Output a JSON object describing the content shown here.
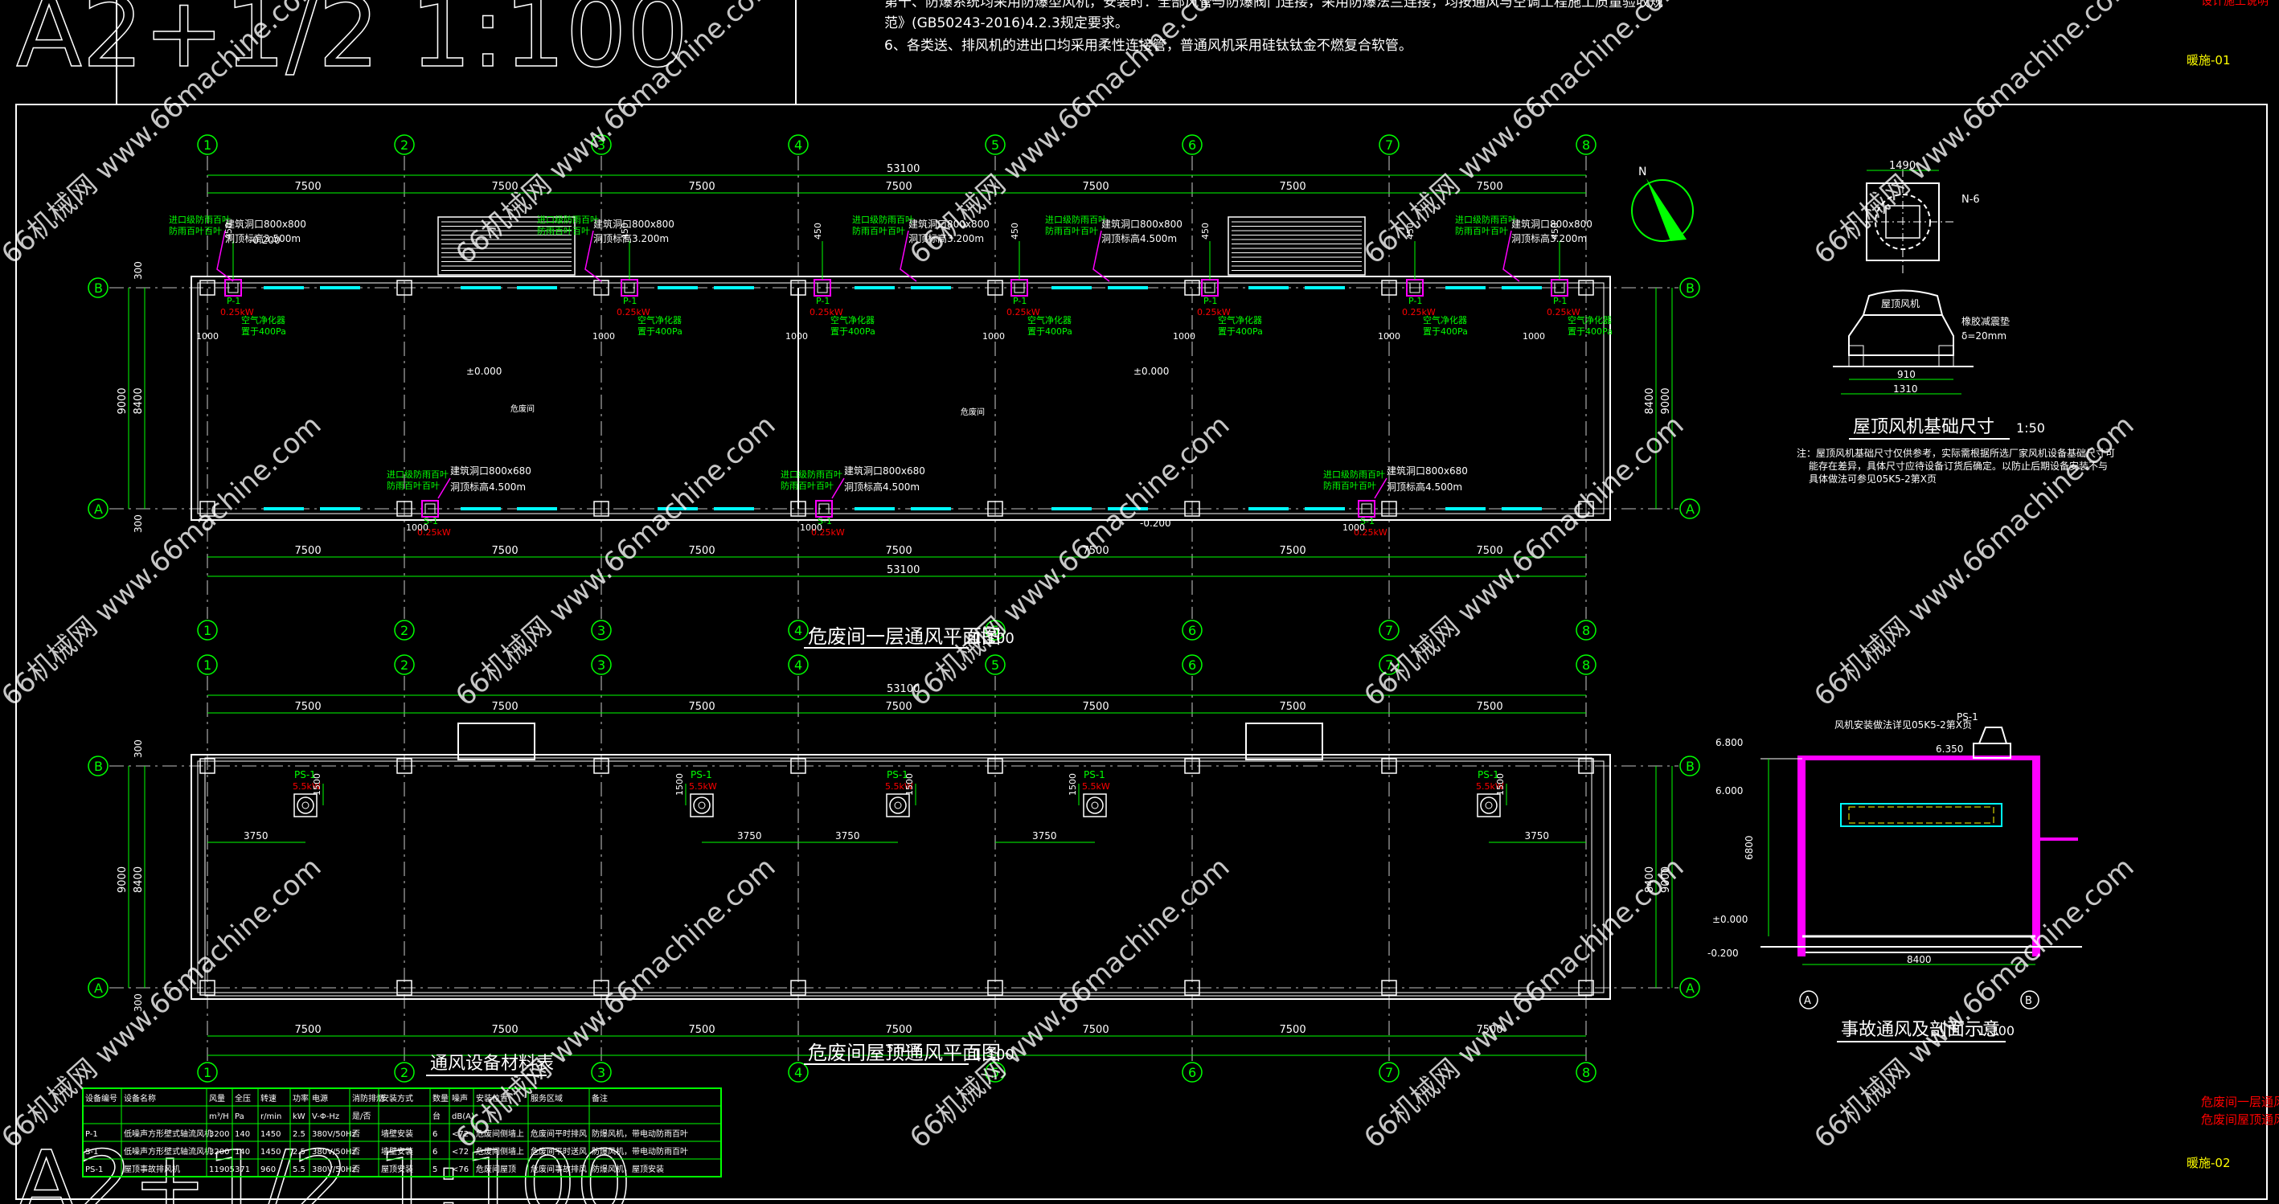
{
  "top_notes": {
    "line1": "第十、防爆系统均采用防爆型风机，安装时：全部风管与防爆阀门连接，采用防爆法兰连接，均按通风与空调工程施工质量验收规",
    "line2": "范》(GB50243-2016)4.2.3规定要求。",
    "line3": "6、各类送、排风机的进出口均采用柔性连接管，普通风机采用硅钛钛金不燃复合软管。"
  },
  "title_block": {
    "ref1": "暖施-01",
    "ref2": "暖施-02",
    "corner_red": "设计施工说明",
    "list1": "危废间一层通风平",
    "list2": "危废间屋顶通风平"
  },
  "axes": {
    "cols": [
      "1",
      "2",
      "3",
      "4",
      "5",
      "6",
      "7",
      "8"
    ],
    "rows": [
      "B",
      "A"
    ]
  },
  "dims": {
    "bay": "7500",
    "total": "53100",
    "depth_outer": "9000",
    "depth_inner": "8400",
    "edge": "300",
    "half": "3750",
    "offset": "1000",
    "vert": "1500"
  },
  "plan1": {
    "title": "危废间一层通风平面图",
    "scale": "1:100",
    "room_label": "危废间",
    "level_0": "±0.000",
    "level_neg": "-0.200",
    "louver_in": "进口级防雨百叶",
    "louver_tag": "防雨百叶百叶",
    "opening": "建筑洞口800x800",
    "opening_b": "建筑洞口800x680",
    "hole_level1": "洞顶标高3.500m",
    "hole_level2": "洞顶标高3.200m",
    "hole_level3": "洞顶标高4.500m",
    "fan_tag": "P-1",
    "fan_tag_s": "S-1",
    "power": "0.25kW",
    "air_note": "空气净化器",
    "air_note2": "置于400Pa"
  },
  "plan2": {
    "title": "危废间屋顶通风平面图",
    "scale": "1:100",
    "fan_tag": "PS-1",
    "power": "5.5kW"
  },
  "detail_base": {
    "title": "屋顶风机基础尺寸",
    "scale": "1:50",
    "dim_top": "1490",
    "dim_910": "910",
    "dim_1310": "1310",
    "n6": "N-6",
    "fan_label": "屋顶风机",
    "pad_label": "橡胶减震垫",
    "pad_thk": "δ=20mm",
    "note1": "注：屋顶风机基础尺寸仅供参考，实际需根据所选厂家风机设备基础尺寸可",
    "note2": "能存在差异，具体尺寸应待设备订货后确定。以防止后期设备安装不与",
    "note3": "具体做法可参见05K5-2第X页"
  },
  "detail_section": {
    "title": "事故通风及剖面示意",
    "scale": "1:100",
    "tag": "PS-1",
    "note": "风机安装做法详见05K5-2第X页",
    "lv_6800": "6.800",
    "lv_6350": "6.350",
    "lv_6000": "6.000",
    "lv_0": "±0.000",
    "lv_neg": "-0.200",
    "span": "8400",
    "height": "6800",
    "axis_a": "A",
    "axis_b": "B"
  },
  "table": {
    "title": "通风设备材料表",
    "headers": [
      "设备编号",
      "设备名称",
      "风量",
      "全压",
      "转速",
      "功率",
      "电源",
      "消防排烟",
      "安装方式",
      "数量",
      "噪声",
      "安装位置",
      "服务区域",
      "备注"
    ],
    "units": [
      "",
      "",
      "m³/H",
      "Pa",
      "r/min",
      "kW",
      "V-Φ-Hz",
      "是/否",
      "",
      "台",
      "dB(A)",
      "",
      "",
      ""
    ],
    "rows": [
      [
        "P-1",
        "低噪声方形壁式轴流风机",
        "3200",
        "140",
        "1450",
        "2.5",
        "380V/50Hz",
        "否",
        "墙壁安装",
        "6",
        "<72",
        "危废间侧墙上",
        "危废间平时排风",
        "防爆风机，带电动防雨百叶"
      ],
      [
        "S-1",
        "低噪声方形壁式轴流风机",
        "3200",
        "140",
        "1450",
        "2.5",
        "380V/50Hz",
        "否",
        "墙壁安装",
        "6",
        "<72",
        "危废间侧墙上",
        "危废间平时送风",
        "防爆风机，带电动防雨百叶"
      ],
      [
        "PS-1",
        "屋顶事故排风机",
        "11905",
        "371",
        "960",
        "5.5",
        "380V/50Hz",
        "否",
        "屋顶安装",
        "5",
        "<76",
        "危废间屋顶",
        "危废间事故排风",
        "防爆风机，屋顶安装"
      ]
    ]
  },
  "watermark": "66机械网 www.66machine.com",
  "colors": {
    "bg": "#000000",
    "line": "#ffffff",
    "dim": "#00ff00",
    "tag": "#ff0000",
    "callout": "#ff00ff",
    "duct": "#00ffff",
    "text": "#ffff00"
  }
}
